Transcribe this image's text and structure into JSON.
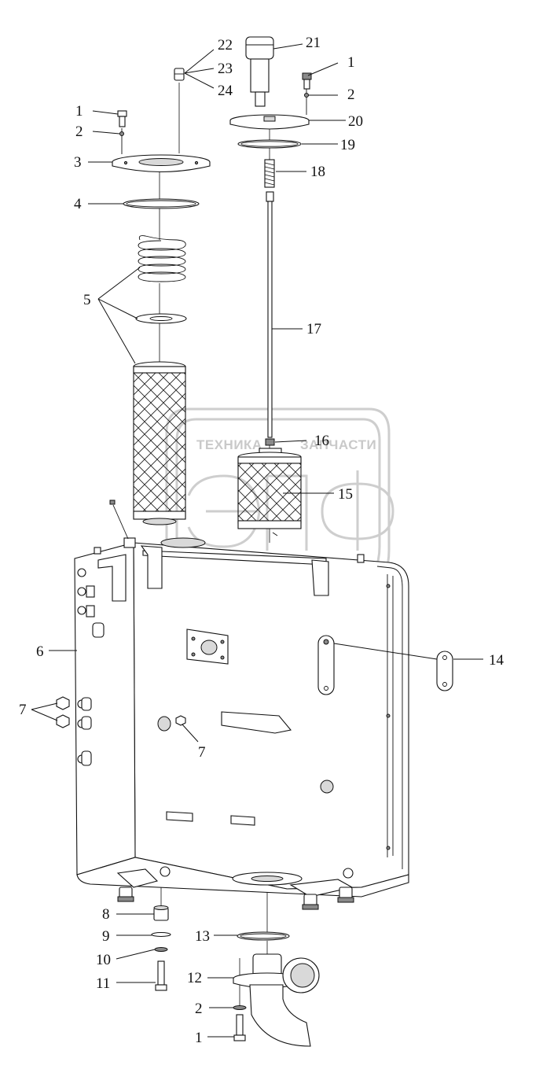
{
  "watermark": {
    "text_left": "ТЕХНИКА",
    "text_right": "ЗАПЧАСТИ",
    "logo_letters": "ЭПФ"
  },
  "callouts": [
    {
      "id": "c-22",
      "label": "22"
    },
    {
      "id": "c-23",
      "label": "23"
    },
    {
      "id": "c-24",
      "label": "24"
    },
    {
      "id": "c-21",
      "label": "21"
    },
    {
      "id": "c-1a",
      "label": "1"
    },
    {
      "id": "c-2a",
      "label": "2"
    },
    {
      "id": "c-20",
      "label": "20"
    },
    {
      "id": "c-19",
      "label": "19"
    },
    {
      "id": "c-18",
      "label": "18"
    },
    {
      "id": "c-1b",
      "label": "1"
    },
    {
      "id": "c-2b",
      "label": "2"
    },
    {
      "id": "c-3",
      "label": "3"
    },
    {
      "id": "c-4",
      "label": "4"
    },
    {
      "id": "c-5",
      "label": "5"
    },
    {
      "id": "c-17",
      "label": "17"
    },
    {
      "id": "c-16",
      "label": "16"
    },
    {
      "id": "c-15",
      "label": "15"
    },
    {
      "id": "c-6",
      "label": "6"
    },
    {
      "id": "c-14",
      "label": "14"
    },
    {
      "id": "c-7a",
      "label": "7"
    },
    {
      "id": "c-7b",
      "label": "7"
    },
    {
      "id": "c-8",
      "label": "8"
    },
    {
      "id": "c-9",
      "label": "9"
    },
    {
      "id": "c-10",
      "label": "10"
    },
    {
      "id": "c-11",
      "label": "11"
    },
    {
      "id": "c-13",
      "label": "13"
    },
    {
      "id": "c-12",
      "label": "12"
    },
    {
      "id": "c-2c",
      "label": "2"
    },
    {
      "id": "c-1c",
      "label": "1"
    }
  ]
}
